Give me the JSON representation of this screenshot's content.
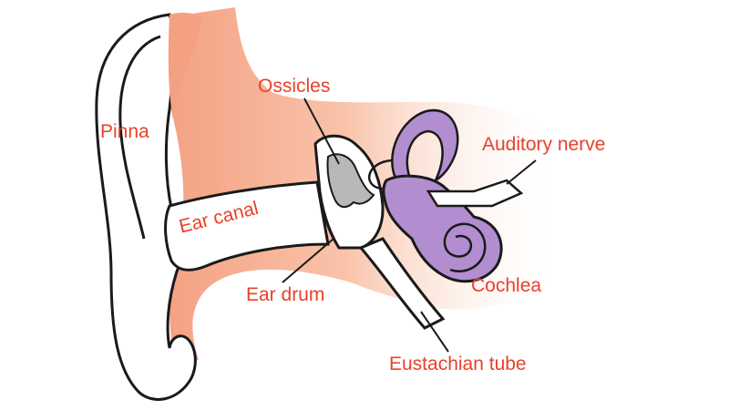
{
  "colors": {
    "label": "#e8412b",
    "skin": "#f6a98c",
    "skin_light": "#fde3d6",
    "outline": "#1a1a1a",
    "cochlea": "#b28ed0",
    "ossicles": "#b8b8b8",
    "eardrum": "#f6c9cf"
  },
  "labels": {
    "ossicles": "Ossicles",
    "pinna": "Pinna",
    "auditory_nerve": "Auditory nerve",
    "ear_canal": "Ear canal",
    "ear_drum": "Ear drum",
    "cochlea": "Cochlea",
    "eustachian_tube": "Eustachian tube"
  }
}
